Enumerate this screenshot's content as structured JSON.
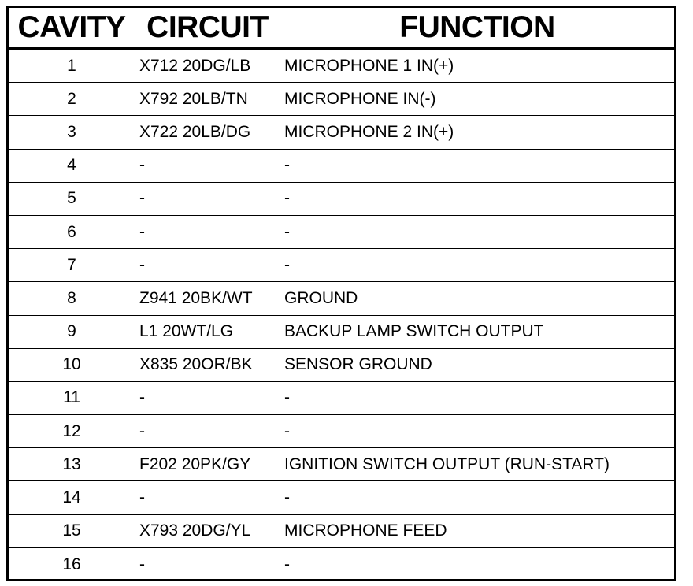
{
  "table": {
    "headers": {
      "cavity": "CAVITY",
      "circuit": "CIRCUIT",
      "function": "FUNCTION"
    },
    "rows": [
      {
        "cavity": "1",
        "circuit": "X712 20DG/LB",
        "function": "MICROPHONE 1 IN(+)"
      },
      {
        "cavity": "2",
        "circuit": "X792 20LB/TN",
        "function": "MICROPHONE IN(-)"
      },
      {
        "cavity": "3",
        "circuit": "X722 20LB/DG",
        "function": "MICROPHONE 2 IN(+)"
      },
      {
        "cavity": "4",
        "circuit": "-",
        "function": "-"
      },
      {
        "cavity": "5",
        "circuit": "-",
        "function": "-"
      },
      {
        "cavity": "6",
        "circuit": "-",
        "function": "-"
      },
      {
        "cavity": "7",
        "circuit": "-",
        "function": "-"
      },
      {
        "cavity": "8",
        "circuit": "Z941 20BK/WT",
        "function": "GROUND"
      },
      {
        "cavity": "9",
        "circuit": "L1 20WT/LG",
        "function": "BACKUP LAMP SWITCH OUTPUT"
      },
      {
        "cavity": "10",
        "circuit": "X835 20OR/BK",
        "function": "SENSOR GROUND"
      },
      {
        "cavity": "11",
        "circuit": "-",
        "function": "-"
      },
      {
        "cavity": "12",
        "circuit": "-",
        "function": "-"
      },
      {
        "cavity": "13",
        "circuit": "F202 20PK/GY",
        "function": "IGNITION SWITCH OUTPUT (RUN-START)"
      },
      {
        "cavity": "14",
        "circuit": "-",
        "function": "-"
      },
      {
        "cavity": "15",
        "circuit": "X793 20DG/YL",
        "function": "MICROPHONE FEED"
      },
      {
        "cavity": "16",
        "circuit": "-",
        "function": "-"
      }
    ]
  }
}
